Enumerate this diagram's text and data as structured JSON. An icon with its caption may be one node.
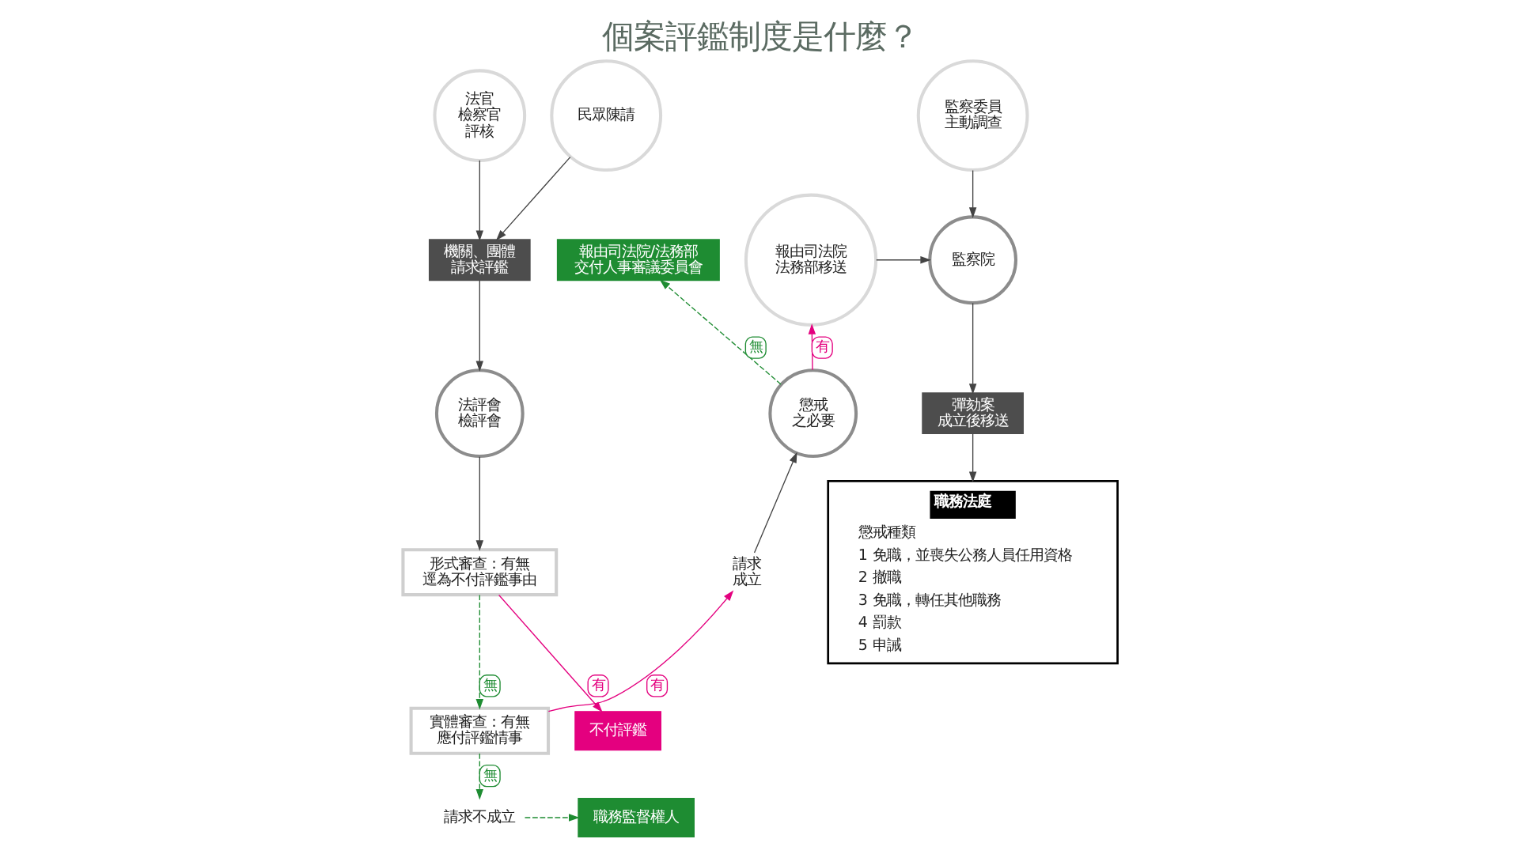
{
  "diagram": {
    "title": "個案評鑑制度是什麼？",
    "nodes": [
      {
        "text": [
          "法官檢察官評核"
        ]
      },
      {
        "text": [
          "民眾陳請"
        ]
      },
      {
        "text": [
          "機關、團體請求評鑑"
        ]
      },
      {
        "text": [
          "法評會檢評會"
        ]
      },
      {
        "text": [
          "形式審查：有無逕為不付評鑑事由"
        ]
      },
      {
        "text": [
          "不付評鑑"
        ]
      },
      {
        "text": [
          "實體審查：有無應付評鑑情事"
        ]
      },
      {
        "text": [
          "請求不成立"
        ]
      },
      {
        "text": [
          "職務監督權人"
        ]
      },
      {
        "text": [
          "請求成立"
        ]
      },
      {
        "text": [
          "懲戒之必要"
        ]
      },
      {
        "text": [
          "報由司法院/法務部交付人事審議委員會"
        ]
      },
      {
        "text": [
          "報由司法院法務部移送"
        ]
      },
      {
        "text": [
          "監察委員主動調查"
        ]
      },
      {
        "text": [
          "監察院"
        ]
      },
      {
        "text": [
          "彈劾案成立後移送"
        ]
      },
      {
        "text": [
          "職務法庭",
          "懲戒種類",
          "1 免職，並喪失公務人員任用資格",
          "2 撤職",
          "3 免職，轉任其他職務",
          "4 罰款",
          "5 申誡"
        ]
      }
    ],
    "edges": [
      {
        "from": 0,
        "to": 2,
        "arrow": "to"
      },
      {
        "from": 1,
        "to": 2,
        "arrow": "to"
      },
      {
        "from": 2,
        "to": 3,
        "arrow": "to"
      },
      {
        "from": 3,
        "to": 4,
        "arrow": "to"
      },
      {
        "from": 4,
        "to": 5,
        "arrow": "to",
        "label": "有",
        "color": "#e4007f"
      },
      {
        "from": 4,
        "to": 6,
        "arrow": "to",
        "label": "無",
        "style": "dashed",
        "color": "#1e8c32"
      },
      {
        "from": 6,
        "to": 7,
        "arrow": "to",
        "label": "無",
        "style": "dashed",
        "color": "#1e8c32"
      },
      {
        "from": 7,
        "to": 8,
        "arrow": "to",
        "style": "dashed",
        "color": "#1e8c32"
      },
      {
        "from": 6,
        "to": 9,
        "arrow": "to",
        "label": "有",
        "color": "#e4007f"
      },
      {
        "from": 9,
        "to": 10,
        "arrow": "to"
      },
      {
        "from": 10,
        "to": 11,
        "arrow": "to",
        "label": "無",
        "style": "dashed",
        "color": "#1e8c32"
      },
      {
        "from": 10,
        "to": 12,
        "arrow": "to",
        "label": "有",
        "color": "#e4007f"
      },
      {
        "from": 12,
        "to": 14,
        "arrow": "to"
      },
      {
        "from": 13,
        "to": 14,
        "arrow": "to"
      },
      {
        "from": 14,
        "to": 15,
        "arrow": "to"
      },
      {
        "from": 15,
        "to": 16,
        "arrow": "to"
      }
    ]
  }
}
